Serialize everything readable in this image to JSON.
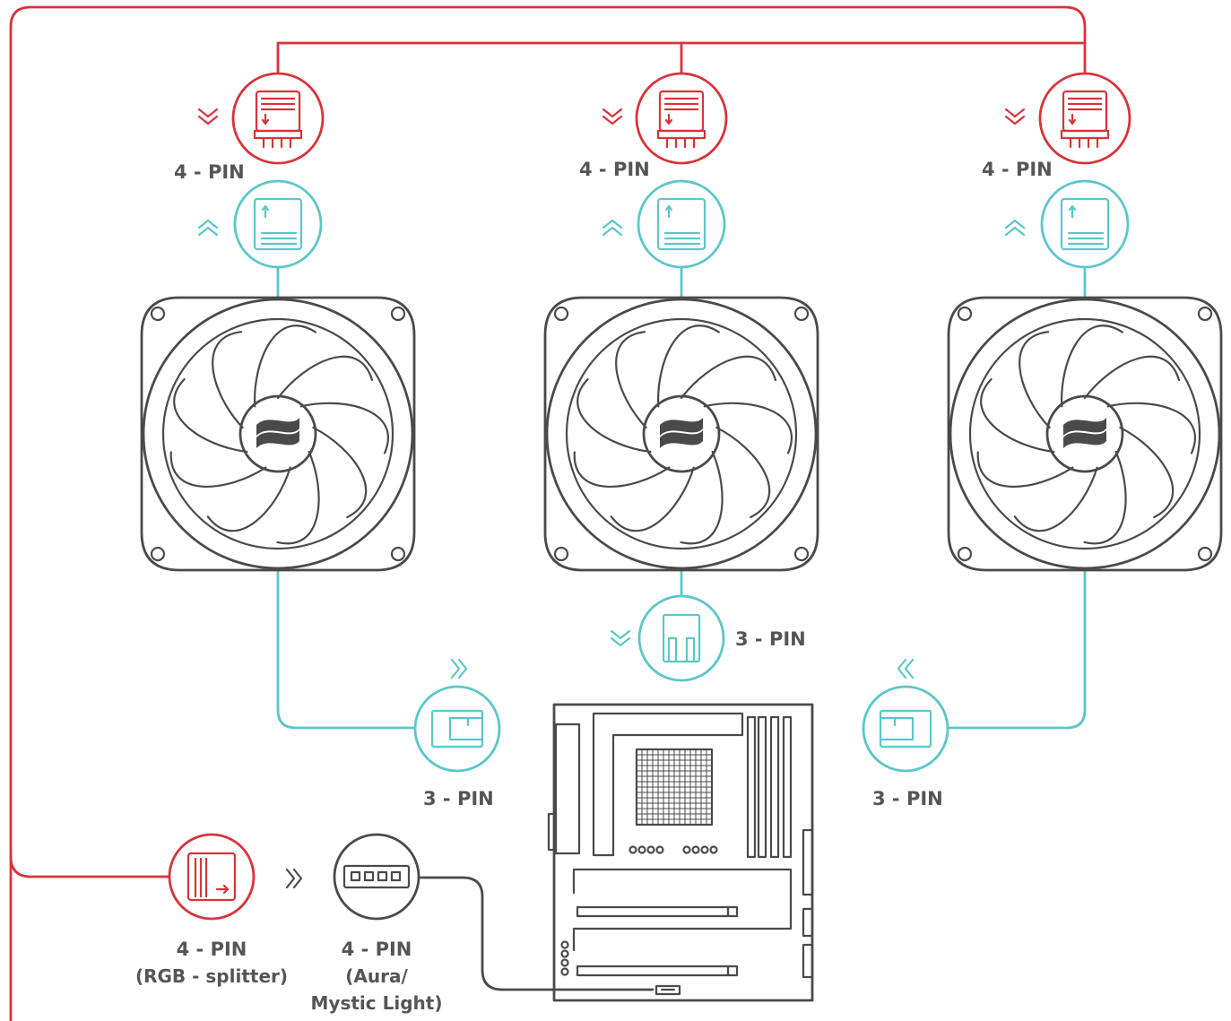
{
  "colors": {
    "rgb_line": "#d8333b",
    "fan_line": "#5cc6c9",
    "device": "#4a4a4a",
    "text": "#555555"
  },
  "labels": {
    "fan1_rgb": "4 - PIN",
    "fan2_rgb": "4 - PIN",
    "fan3_rgb": "4 - PIN",
    "center_fan": "3 - PIN",
    "left_fan": "3 - PIN",
    "right_fan": "3 - PIN",
    "splitter": [
      "4 - PIN",
      "(RGB - splitter)"
    ],
    "aura": [
      "4 - PIN",
      "(Aura/",
      "Mystic Light)"
    ]
  },
  "icons": {
    "rgb_connector": "rgb-4pin-connector-icon",
    "fan_connector": "fan-connector-icon",
    "fan": "fan-icon",
    "motherboard": "motherboard-icon",
    "header": "rgb-header-icon",
    "chevron": "double-chevron-icon"
  }
}
